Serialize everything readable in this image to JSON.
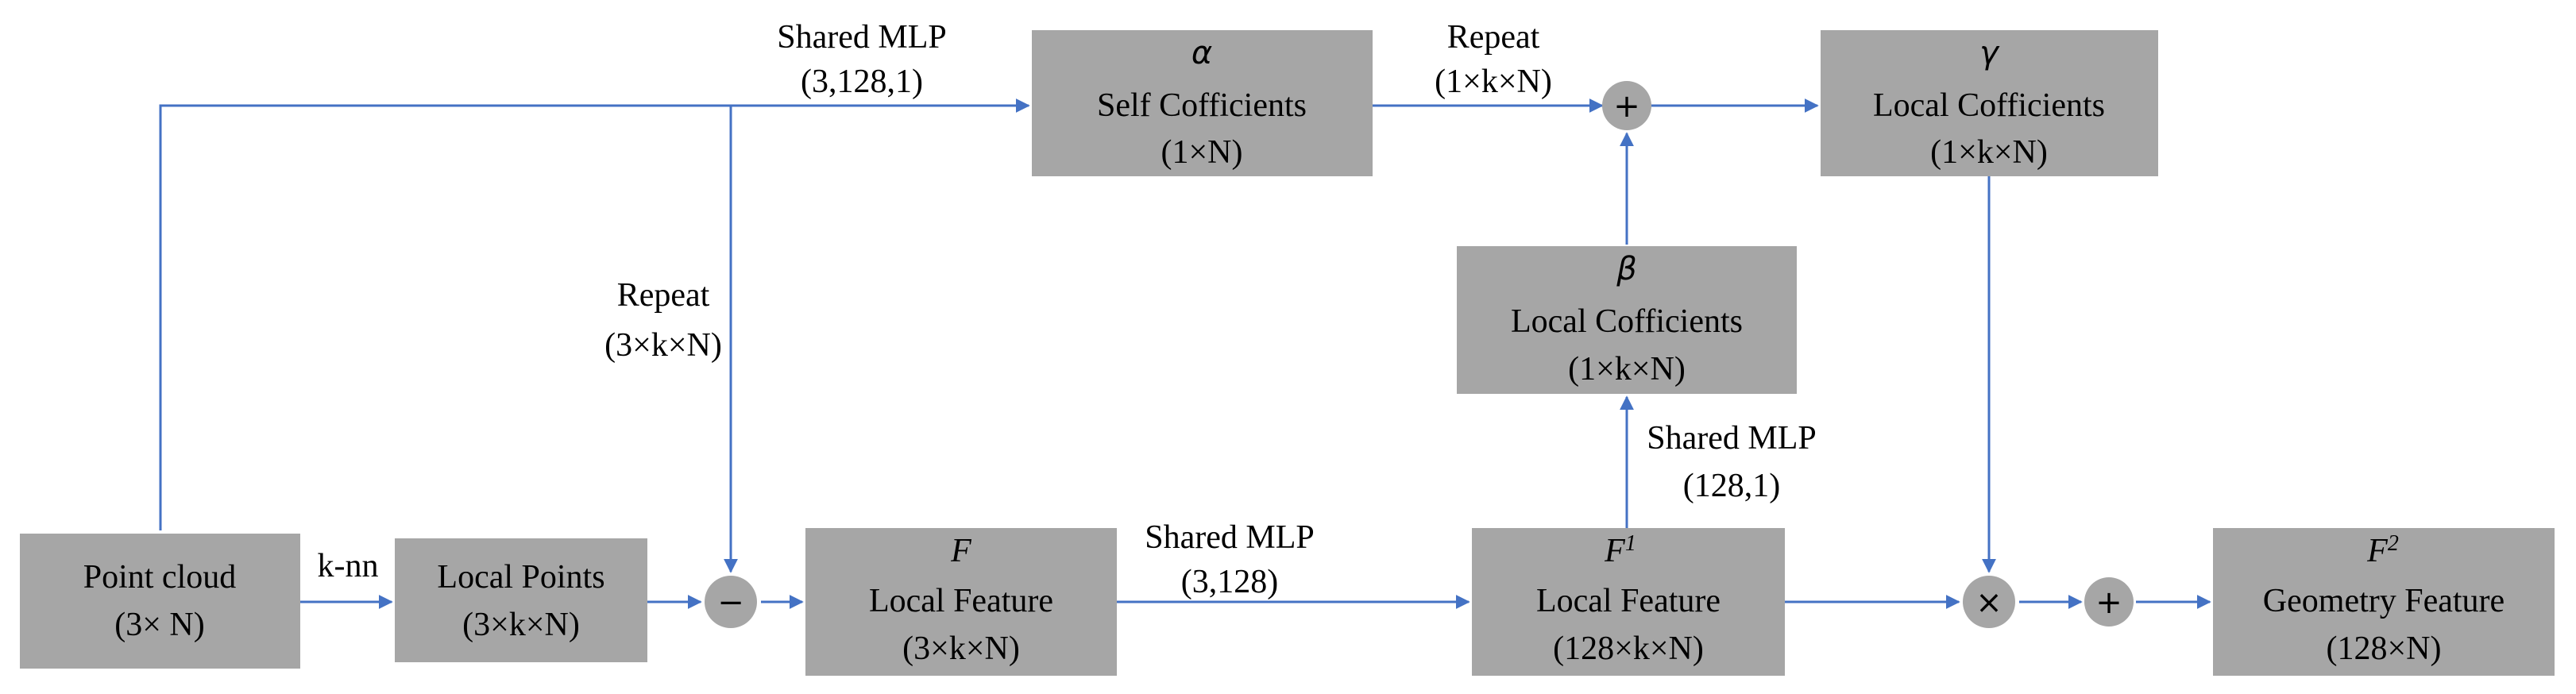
{
  "nodes": {
    "point_cloud": {
      "line1": "Point cloud",
      "line2": "(3× N)"
    },
    "local_points": {
      "line1": "Local Points",
      "line2": "(3×k×N)"
    },
    "local_feature": {
      "symbol": "F",
      "line1": "Local Feature",
      "line2": "(3×k×N)"
    },
    "local_feature_1": {
      "symbol": "F",
      "sup": "1",
      "line1": "Local Feature",
      "line2": "(128×k×N)"
    },
    "geometry_feature": {
      "symbol": "F",
      "sup": "2",
      "line1": "Geometry Feature",
      "line2": "(128×N)"
    },
    "self_coefficients": {
      "symbol": "α",
      "line1": "Self Cofficients",
      "line2": "(1×N)"
    },
    "beta_coefficients": {
      "symbol": "β",
      "line1": "Local Cofficients",
      "line2": "(1×k×N)"
    },
    "gamma_coefficients": {
      "symbol": "γ",
      "line1": "Local Cofficients",
      "line2": "(1×k×N)"
    }
  },
  "operators": {
    "minus": "−",
    "plus_top": "+",
    "times": "×",
    "plus_bottom": "+"
  },
  "edge_labels": {
    "knn": "k-nn",
    "shared_mlp_top": {
      "line1": "Shared MLP",
      "line2": "(3,128,1)"
    },
    "repeat_top": {
      "line1": "Repeat",
      "line2": "(1×k×N)"
    },
    "repeat_left": {
      "line1": "Repeat",
      "line2": "(3×k×N)"
    },
    "shared_mlp_mid": {
      "line1": "Shared MLP",
      "line2": "(3,128)"
    },
    "shared_mlp_right": {
      "line1": "Shared MLP",
      "line2": "(128,1)"
    }
  },
  "colors": {
    "box_fill": "#a6a6a6",
    "arrow": "#4472c4"
  }
}
